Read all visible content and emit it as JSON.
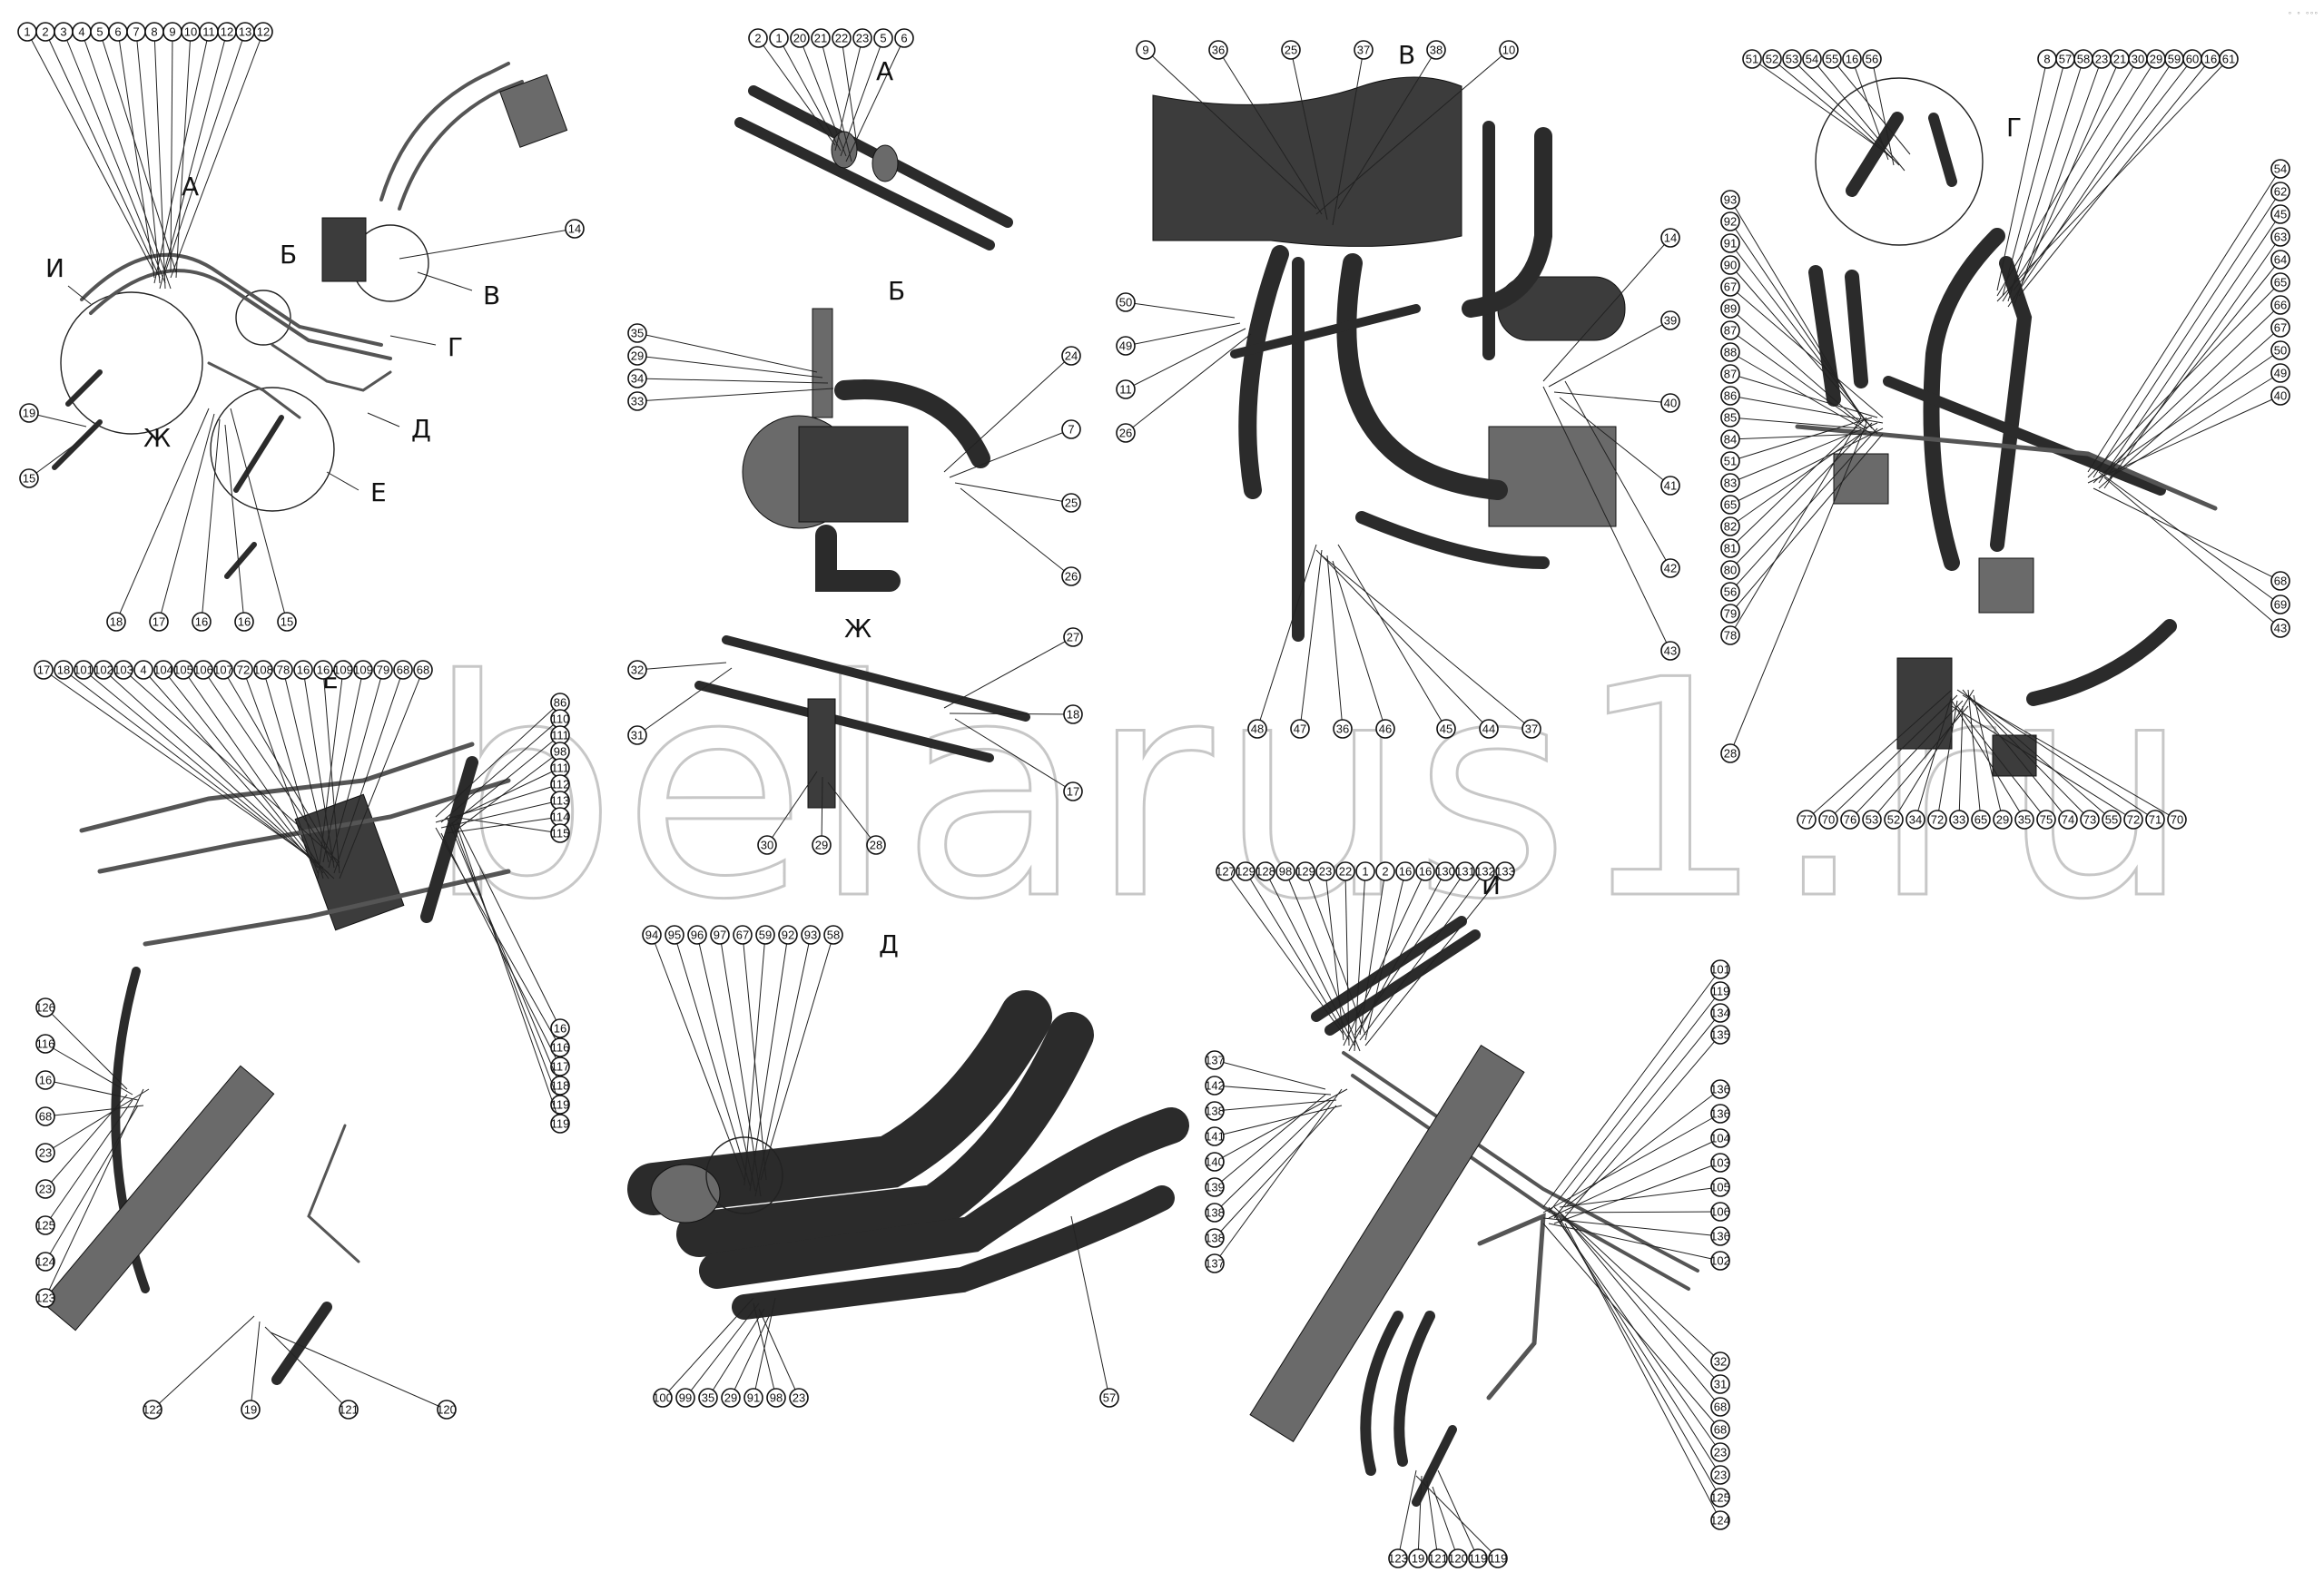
{
  "watermark": "belarus1.ru",
  "corner_mark": "ᵒ ᵒ ᵒᵒᵒ",
  "sections": {
    "A": "А",
    "B": "Б",
    "V": "В",
    "G": "Г",
    "D": "Д",
    "E": "Е",
    "Zh": "Ж",
    "I": "И"
  },
  "overview_pointers": [
    "А",
    "Б",
    "В",
    "Г",
    "Д",
    "Е",
    "Ж",
    "И"
  ],
  "callouts": {
    "overview": {
      "top": [
        "1",
        "2",
        "3",
        "4",
        "5",
        "6",
        "7",
        "8",
        "9",
        "10",
        "11",
        "12",
        "13",
        "12"
      ],
      "right": [
        "14"
      ],
      "left": [
        "19",
        "15"
      ],
      "bottom": [
        "18",
        "17",
        "16",
        "16",
        "15"
      ]
    },
    "A": {
      "top": [
        "2",
        "1",
        "20",
        "21",
        "22",
        "23",
        "5",
        "6"
      ]
    },
    "B": {
      "left": [
        "35",
        "29",
        "34",
        "33"
      ],
      "right": [
        "24",
        "7",
        "25",
        "26"
      ]
    },
    "Zh": {
      "left": [
        "32",
        "31"
      ],
      "right": [
        "27",
        "18",
        "17"
      ],
      "bottom": [
        "30",
        "29",
        "28"
      ]
    },
    "V": {
      "top": [
        "9",
        "36",
        "25",
        "37",
        "38",
        "10"
      ],
      "left": [
        "50",
        "49",
        "11",
        "26"
      ],
      "right": [
        "14",
        "39",
        "40",
        "41",
        "42",
        "43"
      ],
      "bottom": [
        "48",
        "47",
        "36",
        "46",
        "45",
        "44",
        "37"
      ]
    },
    "G": {
      "inset_top": [
        "51",
        "52",
        "53",
        "54",
        "55",
        "16",
        "56"
      ],
      "top": [
        "8",
        "57",
        "58",
        "23",
        "21",
        "30",
        "29",
        "59",
        "60",
        "16",
        "61"
      ],
      "left": [
        "93",
        "92",
        "91",
        "90",
        "67",
        "89",
        "87",
        "88",
        "87",
        "86",
        "85",
        "84",
        "51",
        "83",
        "65",
        "82",
        "81",
        "80",
        "56",
        "79",
        "78",
        "28"
      ],
      "right": [
        "54",
        "62",
        "45",
        "63",
        "64",
        "65",
        "66",
        "67",
        "50",
        "49",
        "40",
        "68",
        "69",
        "43"
      ],
      "bottom": [
        "77",
        "70",
        "76",
        "53",
        "52",
        "34",
        "72",
        "33",
        "65",
        "29",
        "35",
        "75",
        "74",
        "73",
        "55",
        "72",
        "71",
        "70"
      ]
    },
    "E": {
      "top": [
        "17",
        "18",
        "101",
        "102",
        "103",
        "4",
        "104",
        "105",
        "106",
        "107",
        "72",
        "108",
        "78",
        "16",
        "16",
        "109",
        "109",
        "79",
        "68",
        "68"
      ],
      "right": [
        "86",
        "110",
        "111",
        "98",
        "111",
        "112",
        "113",
        "114",
        "115",
        "16",
        "116",
        "117",
        "118",
        "119",
        "119"
      ],
      "left": [
        "126",
        "116",
        "16",
        "68",
        "23",
        "23",
        "125",
        "124",
        "123"
      ],
      "bottom": [
        "122",
        "19",
        "121",
        "120"
      ]
    },
    "D": {
      "top": [
        "94",
        "95",
        "96",
        "97",
        "67",
        "59",
        "92",
        "93",
        "58"
      ],
      "bottom": [
        "100",
        "99",
        "35",
        "29",
        "91",
        "98",
        "23"
      ],
      "right": [
        "57"
      ]
    },
    "I": {
      "top": [
        "127",
        "129",
        "128",
        "98",
        "129",
        "23",
        "22",
        "1",
        "2",
        "16",
        "16",
        "130",
        "131",
        "132",
        "133"
      ],
      "left": [
        "137",
        "142",
        "138",
        "141",
        "140",
        "139",
        "138",
        "138",
        "137"
      ],
      "right": [
        "101",
        "119",
        "134",
        "135",
        "136",
        "136",
        "104",
        "103",
        "105",
        "106",
        "136",
        "102",
        "32",
        "31",
        "68",
        "68",
        "23",
        "23",
        "125",
        "124"
      ],
      "bottom": [
        "123",
        "19",
        "121",
        "120",
        "119",
        "119"
      ]
    }
  }
}
